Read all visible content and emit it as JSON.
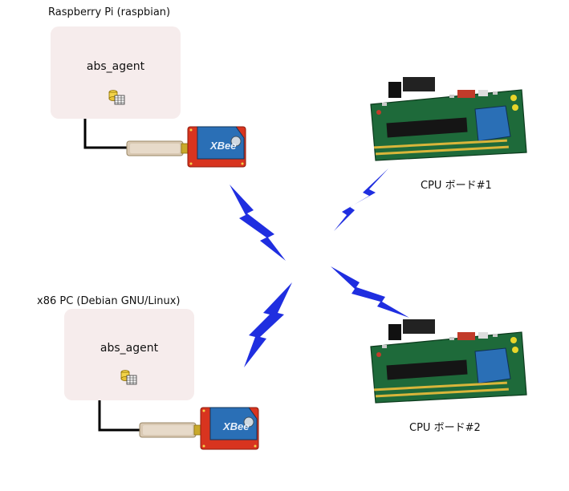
{
  "nodes": {
    "raspberry": {
      "title": "Raspberry Pi (raspbian)",
      "agent": "abs_agent"
    },
    "x86": {
      "title": "x86 PC (Debian GNU/Linux)",
      "agent": "abs_agent"
    },
    "cpu1": {
      "label": "CPU ボード#1"
    },
    "cpu2": {
      "label": "CPU ボード#2"
    }
  },
  "xbee_label": "XBee",
  "icons": {
    "agent": "database-table-icon",
    "wireless": "lightning-bolt-icon",
    "usb": "usb-cable-icon",
    "xbee": "xbee-module-icon",
    "board": "pcb-board-icon"
  },
  "colors": {
    "agent_box": "#f6ecec",
    "bolt": "#1f2ee0",
    "xbee_board": "#d8341f",
    "xbee_chip": "#2a6fb6",
    "pcb": "#1e6a3a"
  }
}
